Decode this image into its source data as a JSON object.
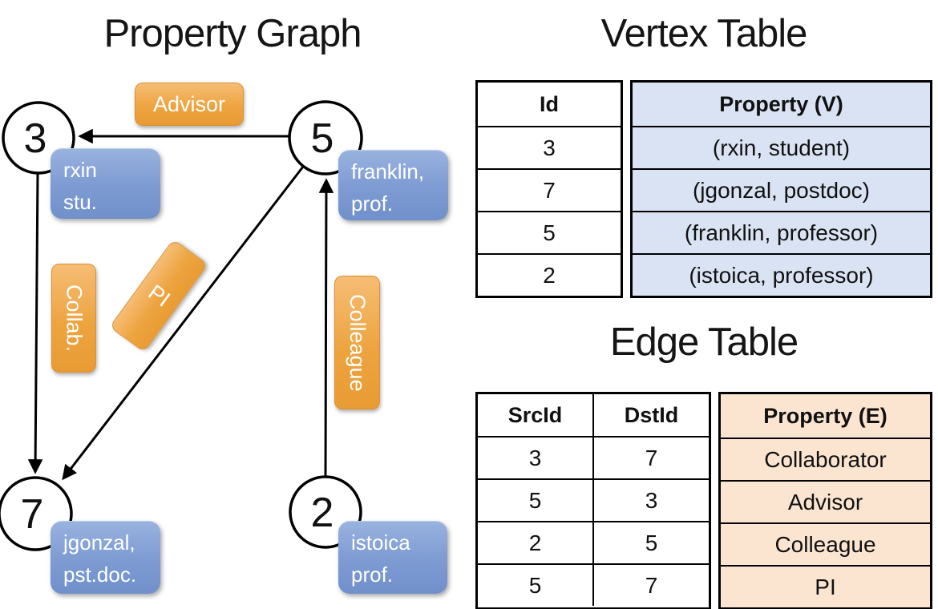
{
  "graph": {
    "title": "Property Graph",
    "nodes": [
      {
        "id": "3",
        "property_line1": "rxin",
        "property_line2": "stu."
      },
      {
        "id": "5",
        "property_line1": "franklin,",
        "property_line2": "prof."
      },
      {
        "id": "7",
        "property_line1": "jgonzal,",
        "property_line2": "pst.doc."
      },
      {
        "id": "2",
        "property_line1": "istoica",
        "property_line2": "prof."
      }
    ],
    "edge_labels": [
      {
        "edge": "5->3",
        "text": "Advisor"
      },
      {
        "edge": "3->7",
        "text": "Collab."
      },
      {
        "edge": "5->7",
        "text": "PI"
      },
      {
        "edge": "2->5",
        "text": "Colleague"
      }
    ]
  },
  "vertex_table": {
    "title": "Vertex Table",
    "columns": {
      "id": "Id",
      "property": "Property (V)"
    },
    "rows": [
      {
        "id": "3",
        "property": "(rxin, student)"
      },
      {
        "id": "7",
        "property": "(jgonzal, postdoc)"
      },
      {
        "id": "5",
        "property": "(franklin, professor)"
      },
      {
        "id": "2",
        "property": "(istoica, professor)"
      }
    ]
  },
  "edge_table": {
    "title": "Edge Table",
    "columns": {
      "src": "SrcId",
      "dst": "DstId",
      "property": "Property (E)"
    },
    "rows": [
      {
        "src": "3",
        "dst": "7",
        "property": "Collaborator"
      },
      {
        "src": "5",
        "dst": "3",
        "property": "Advisor"
      },
      {
        "src": "2",
        "dst": "5",
        "property": "Colleague"
      },
      {
        "src": "5",
        "dst": "7",
        "property": "PI"
      }
    ]
  },
  "colors": {
    "edge_label_orange": "#eda440",
    "vertex_box_blue": "#7f9cd3",
    "vertex_cell_bg": "#dae3f3",
    "edge_cell_bg": "#fbe5d1",
    "line_black": "#000000"
  }
}
